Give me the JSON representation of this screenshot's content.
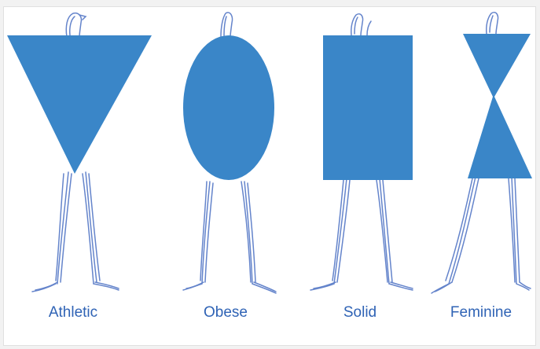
{
  "diagram": {
    "figures": [
      {
        "id": "athletic",
        "label": "Athletic",
        "shape": "inverted-triangle"
      },
      {
        "id": "obese",
        "label": "Obese",
        "shape": "ellipse"
      },
      {
        "id": "solid",
        "label": "Solid",
        "shape": "rectangle"
      },
      {
        "id": "feminine",
        "label": "Feminine",
        "shape": "hourglass"
      }
    ],
    "colors": {
      "shape_fill": "#3a86c8",
      "sketch_stroke": "#4a6fc2",
      "label_text": "#2f63b5"
    }
  }
}
